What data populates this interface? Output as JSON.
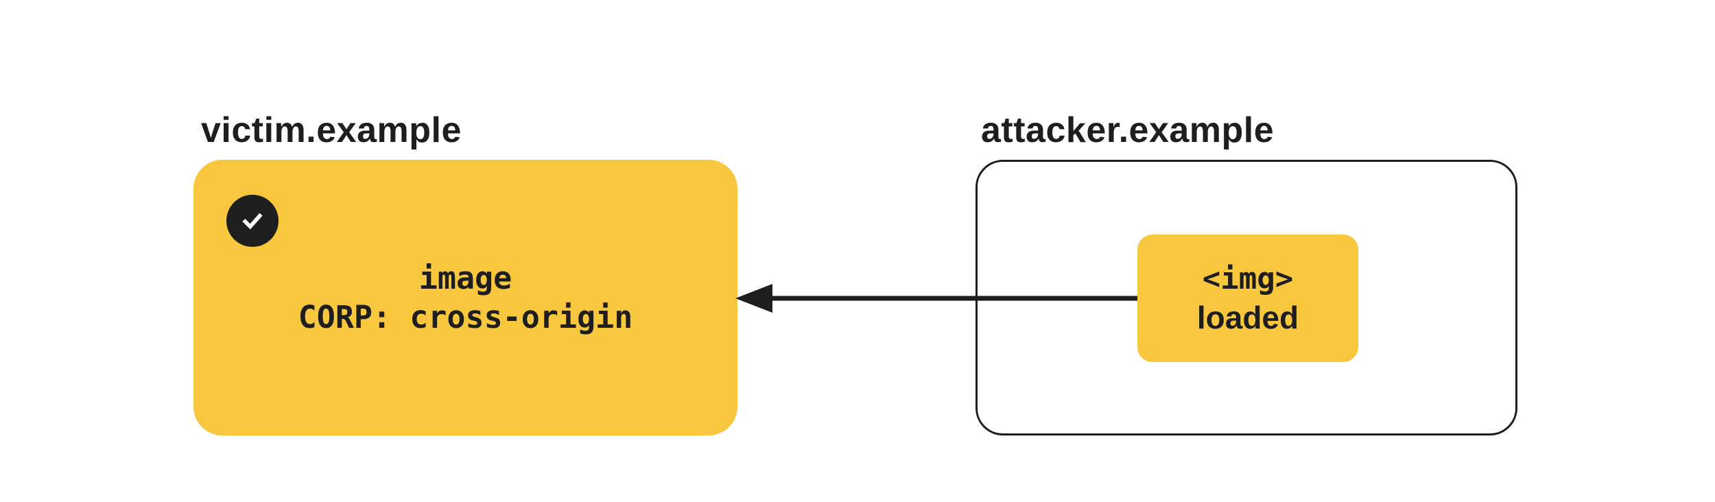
{
  "colors": {
    "accent_yellow": "#f8c73e",
    "ink": "#1e1e1e",
    "background": "#ffffff"
  },
  "victim": {
    "label": "victim.example",
    "badge_icon": "check-icon",
    "badge_glyph": "✓",
    "box": {
      "line1": "image",
      "line2": "CORP: cross-origin"
    }
  },
  "attacker": {
    "label": "attacker.example",
    "request_box": {
      "line1": "<img>",
      "line2": "loaded"
    }
  },
  "arrow": {
    "from": "attacker.example",
    "to": "victim.example",
    "direction": "right-to-left"
  }
}
